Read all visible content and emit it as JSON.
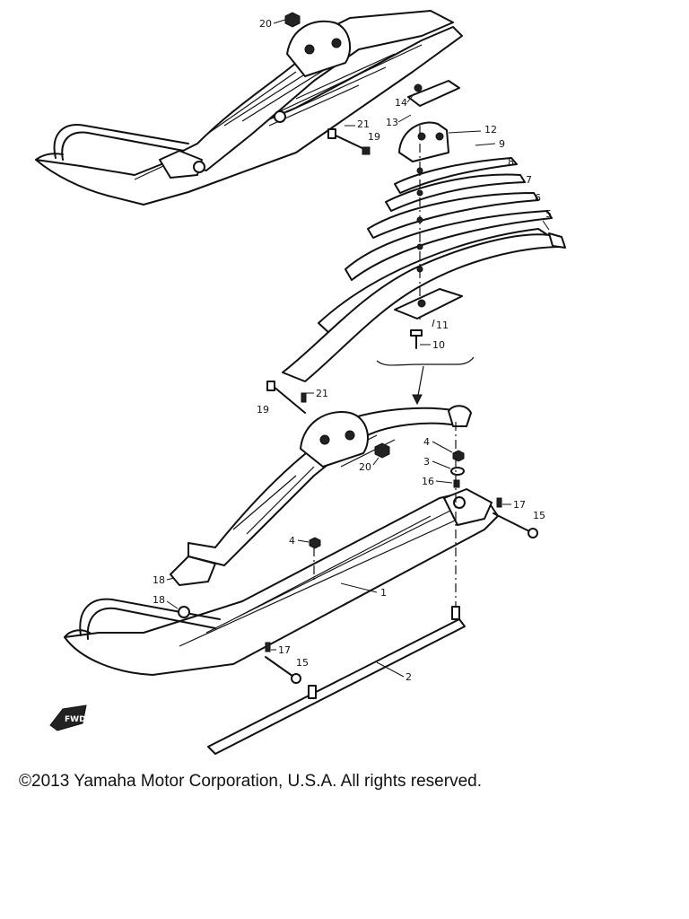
{
  "copyright": "©2013 Yamaha Motor Corporation, U.S.A. All rights reserved.",
  "fwd_mark": "FWD",
  "callouts": [
    {
      "id": "c20a",
      "label": "20"
    },
    {
      "id": "c14",
      "label": "14"
    },
    {
      "id": "c13",
      "label": "13"
    },
    {
      "id": "c21a",
      "label": "21"
    },
    {
      "id": "c19a",
      "label": "19"
    },
    {
      "id": "c12",
      "label": "12"
    },
    {
      "id": "c9",
      "label": "9"
    },
    {
      "id": "c8",
      "label": "8"
    },
    {
      "id": "c7",
      "label": "7"
    },
    {
      "id": "c6",
      "label": "6"
    },
    {
      "id": "c5",
      "label": "5"
    },
    {
      "id": "c11",
      "label": "11"
    },
    {
      "id": "c10",
      "label": "10"
    },
    {
      "id": "c21b",
      "label": "21"
    },
    {
      "id": "c19b",
      "label": "19"
    },
    {
      "id": "c4a",
      "label": "4"
    },
    {
      "id": "c3",
      "label": "3"
    },
    {
      "id": "c20b",
      "label": "20"
    },
    {
      "id": "c16",
      "label": "16"
    },
    {
      "id": "c17a",
      "label": "17"
    },
    {
      "id": "c15a",
      "label": "15"
    },
    {
      "id": "c4b",
      "label": "4"
    },
    {
      "id": "c18a",
      "label": "18"
    },
    {
      "id": "c1",
      "label": "1"
    },
    {
      "id": "c18b",
      "label": "18"
    },
    {
      "id": "c17b",
      "label": "17"
    },
    {
      "id": "c15b",
      "label": "15"
    },
    {
      "id": "c2",
      "label": "2"
    }
  ]
}
